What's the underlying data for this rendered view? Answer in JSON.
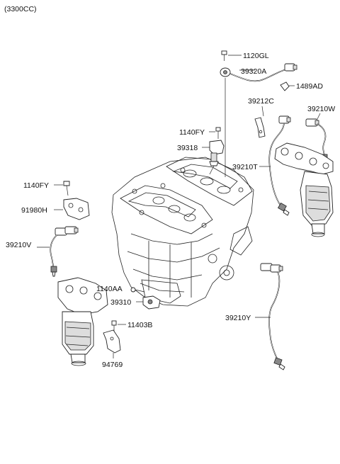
{
  "header": {
    "engine_label": "(3300CC)"
  },
  "parts": {
    "p1120GL": "1120GL",
    "p39320A": "39320A",
    "p1489AD": "1489AD",
    "p39212C": "39212C",
    "p39210W": "39210W",
    "p1140FY_top": "1140FY",
    "p39318": "39318",
    "p39210T": "39210T",
    "p1140FY_left": "1140FY",
    "p91980H": "91980H",
    "p39210V": "39210V",
    "p1140AA": "1140AA",
    "p39310": "39310",
    "p11403B": "11403B",
    "p94769": "94769",
    "p39210Y": "39210Y"
  }
}
